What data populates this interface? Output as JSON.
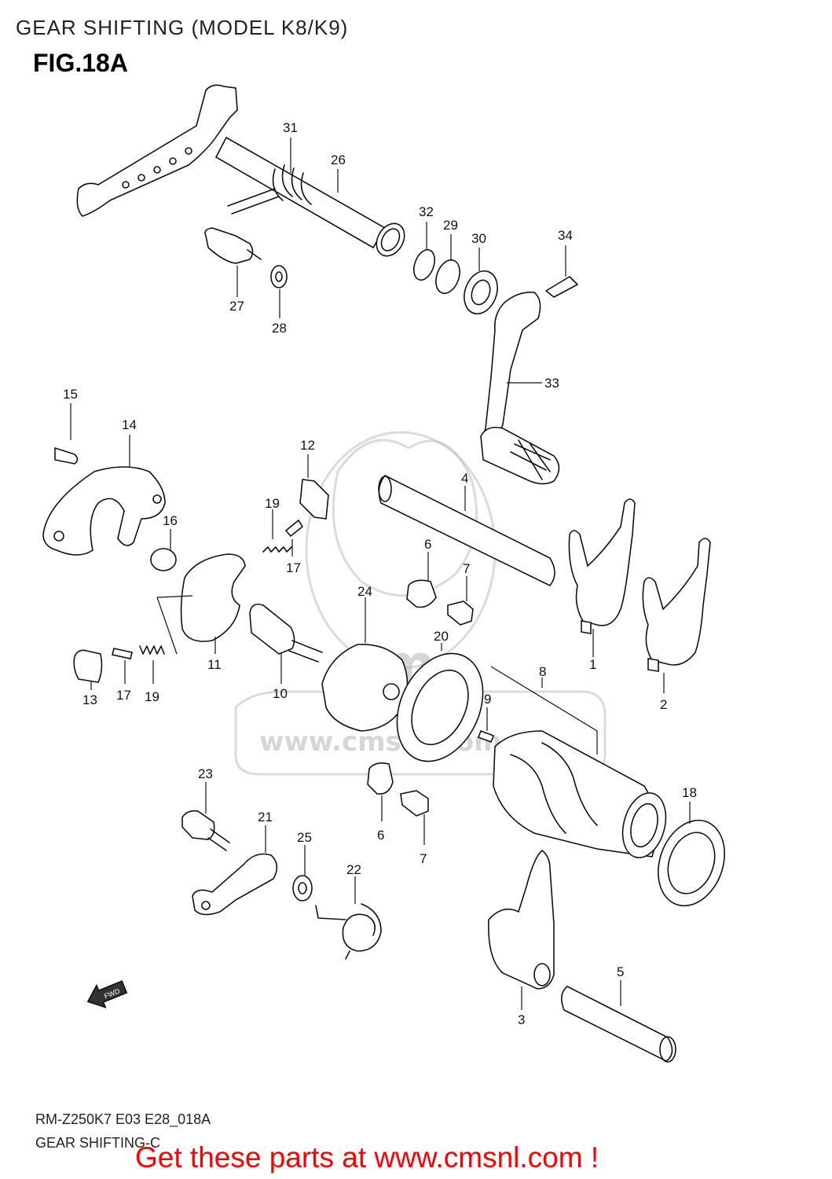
{
  "header": {
    "title": "GEAR SHIFTING (MODEL K8/K9)",
    "figure": "FIG.18A"
  },
  "footer": {
    "code": "RM-Z250K7 E03 E28_018A",
    "subtitle": "GEAR SHIFTING-C",
    "promo": "Get these parts at www.cmsnl.com !"
  },
  "fwd_label": "FWD",
  "watermark": {
    "text": "www.cmsnl.com",
    "brand": "cms"
  },
  "callouts": [
    "31",
    "26",
    "32",
    "29",
    "30",
    "34",
    "27",
    "28",
    "33",
    "15",
    "14",
    "12",
    "4",
    "19",
    "16",
    "6",
    "7",
    "17",
    "24",
    "11",
    "20",
    "8",
    "1",
    "13",
    "17",
    "19",
    "10",
    "9",
    "2",
    "23",
    "21",
    "25",
    "22",
    "6",
    "7",
    "18",
    "5",
    "3"
  ],
  "colors": {
    "promo": "#ff0000",
    "line": "#111111",
    "watermark": "#bdbdbd"
  }
}
